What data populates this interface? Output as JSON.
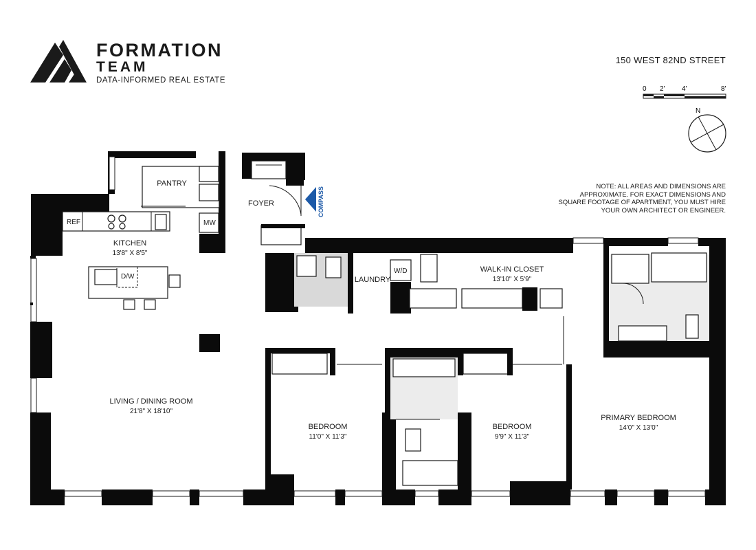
{
  "brand": {
    "name_line1": "FORMATION",
    "name_line2": "TEAM",
    "tagline": "DATA-INFORMED REAL ESTATE",
    "logo_color": "#1a1a1a"
  },
  "address": "150 WEST 82ND STREET",
  "scale_bar": {
    "ticks": [
      "0",
      "2'",
      "4'",
      "8'"
    ]
  },
  "compass": {
    "north_label": "N"
  },
  "note": [
    "NOTE: ALL AREAS AND DIMENSIONS ARE",
    "APPROXIMATE. FOR EXACT DIMENSIONS AND",
    "SQUARE FOOTAGE OF APARTMENT, YOU MUST HIRE",
    "YOUR OWN ARCHITECT OR ENGINEER."
  ],
  "entry_label": "COMPASS",
  "accent_color": "#1d5aa8",
  "rooms": {
    "pantry": {
      "name": "PANTRY"
    },
    "foyer": {
      "name": "FOYER"
    },
    "kitchen": {
      "name": "KITCHEN",
      "dim": "13'8\" X 8'5\""
    },
    "living": {
      "name": "LIVING / DINING ROOM",
      "dim": "21'8\" X 18'10\""
    },
    "laundry": {
      "name": "LAUNDRY"
    },
    "walkin": {
      "name": "WALK-IN CLOSET",
      "dim": "13'10\" X 5'9\""
    },
    "bedroom1": {
      "name": "BEDROOM",
      "dim": "11'0\" X 11'3\""
    },
    "bedroom2": {
      "name": "BEDROOM",
      "dim": "9'9\" X 11'3\""
    },
    "primary": {
      "name": "PRIMARY BEDROOM",
      "dim": "14'0\" X 13'0\""
    }
  },
  "appliances": {
    "ref": "REF",
    "mw": "MW",
    "dw": "D/W",
    "wd": "W/D"
  }
}
